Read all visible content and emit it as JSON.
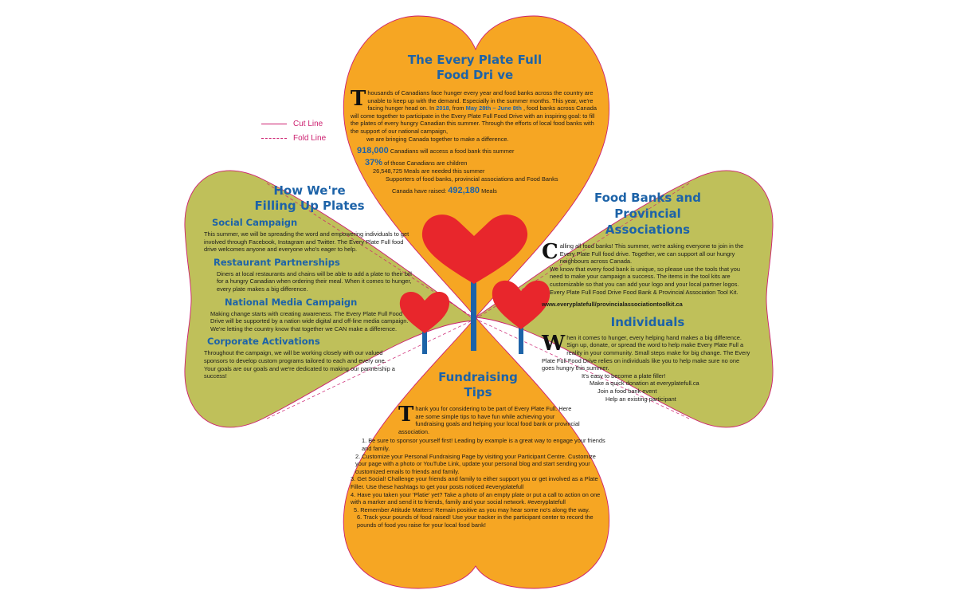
{
  "legend": {
    "cut": "Cut Line",
    "fold": "Fold Line"
  },
  "colors": {
    "orange": "#f6a623",
    "green": "#bfc05a",
    "blue": "#1d63a8",
    "heart": "#e8262c",
    "cut": "#cc1f6f"
  },
  "top": {
    "title_line1": "The Every Plate Full",
    "title_line2": "Food Dri ve",
    "dropcap": "T",
    "intro_a": "housands of Canadians face hunger every year and food banks across the country are unable to keep up with the demand. Especially in the summer months. This year, we're facing hunger head on. In ",
    "year": "2018",
    "intro_b": ", from ",
    "dates": "May 28th – June 8th",
    "intro_c": " , food banks across Canada will come together to participate in the Every Plate Full Food Drive with an inspiring goal: to fill the plates of every hungry Canadian this summer. Through the efforts of local food banks with the support of our national campaign,",
    "intro_d": "we are bringing Canada together to make a difference.",
    "stat1_value": "918,000",
    "stat1_text": " Canadians will access a food bank this summer",
    "stat2_value": "37%",
    "stat2_text": " of those Canadians are children",
    "stat3": "26,548,725 Meals are needed this summer",
    "stat4": "Supporters of food banks, provincial associations and Food Banks",
    "raised_label": "Canada have raised: ",
    "raised_value": "492,180",
    "raised_unit": " Meals"
  },
  "left": {
    "title_line1": "How We're",
    "title_line2": "Filling Up Plates",
    "social_title": "Social Campaign",
    "social_text": "This summer, we will be spreading the word and empowering individuals to get involved through Facebook, Instagram and Twitter. The Every Plate Full food drive welcomes anyone and everyone who's eager to help.",
    "restaurant_title": "Restaurant Partnerships",
    "restaurant_text": "Diners at local restaurants and chains will be able to add a plate to their bill for a hungry Canadian when ordering their meal. When it comes to hunger, every plate makes a big difference.",
    "media_title": "National Media Campaign",
    "media_text": "Making change starts with creating awareness. The Every Plate Full Food Drive will be supported by a nation wide digital and off-line media campaign. We're letting the country know that together we CAN make a difference.",
    "corporate_title": "Corporate Activations",
    "corporate_text": "Throughout the campaign, we will be working closely with our valued sponsors to develop custom programs tailored to each and every one. Your goals are our goals and we're dedicated to making our partnership a success!"
  },
  "right": {
    "title_line1": "Food Banks and",
    "title_line2": "Provincial",
    "title_line3": "Associations",
    "dropcap": "C",
    "text_a": "alling all food banks! This summer, we're asking everyone to join in the Every Plate Full food drive. Together, we can support all our hungry neighbours across Canada.",
    "text_b": "We know that every food bank is unique, so please use the tools that you need to make your campaign a success. The items in the tool kits are customizable so that you can add your logo and your local partner logos.",
    "text_c": "Every Plate Full Food Drive Food Bank & Provincial Association Tool Kit.",
    "url": "www.everyplatefull/provincialassociationtoolkit.ca",
    "ind_title": "Individuals",
    "ind_dropcap": "W",
    "ind_text": "hen it comes to hunger, every helping hand makes a big difference. Sign up, donate, or spread the word to help make Every Plate Full a reality in your community. Small steps make for big change. The Every Plate Full Food Drive relies on individuals like you to help make sure no one goes hungry this summer.",
    "ind_easy": "It's easy to become a plate filler!",
    "ind_b1": "Make a quick donation at everyplatefull.ca",
    "ind_b2": "Join a food bank event",
    "ind_b3": "Help an existing participant"
  },
  "bottom": {
    "title_line1": "Fundraising",
    "title_line2": "Tips",
    "dropcap": "T",
    "intro": "hank you for considering to be part of Every Plate Full. Here are some simple tips to have fun while achieving your fundraising goals and helping your local food bank or provincial association.",
    "tips": [
      "1. Be sure to sponsor yourself first! Leading by example is a great way to engage your friends and family.",
      "2. Customize your Personal Fundraising Page by visiting your Participant Centre. Customize your page with a photo or YouTube Link, update your personal blog and start sending your customized emails to friends and family.",
      "3. Get Social! Challenge your friends and family to either support you or get involved as a Plate Filler. Use these hashtags to get your posts noticed #everyplatefull",
      "4. Have you taken your 'Platie' yet? Take a photo of an empty plate or put a call to action on one with a marker and send it to friends, family and your social network. #everyplatefull",
      "5. Remember Attitude Matters! Remain positive as you may hear some no's along the way.",
      "6. Track your pounds of food raised! Use your tracker in the participant center to record the pounds of food you raise for your local food bank!"
    ]
  }
}
